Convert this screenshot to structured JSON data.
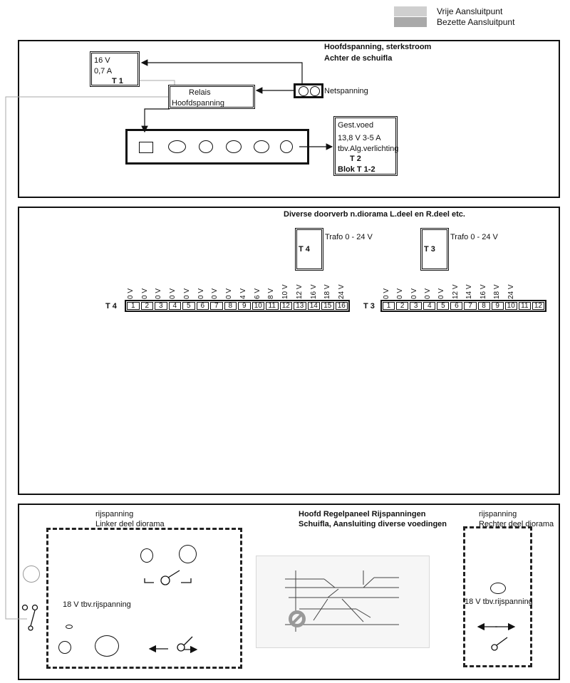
{
  "legend": {
    "free_label": "Vrije Aansluitpunt",
    "occupied_label": "Bezette Aansluitpunt",
    "free_color": "#cfcfcf",
    "occupied_color": "#a9a9a9"
  },
  "panel1": {
    "title": "Hoofdspanning, sterkstroom",
    "subtitle": "Achter de schuifla",
    "t1": {
      "line1": "16 V",
      "line2": "0,7 A",
      "line3": "T 1"
    },
    "relais": {
      "line1": "Relais",
      "line2": "Hoofdspanning"
    },
    "netspanning": "Netspanning",
    "psu": {
      "line1": "Gest.voed",
      "line2": "13,8 V  3-5 A",
      "line3": "tbv.Alg.verlichting",
      "line4": "T 2",
      "line5": "Blok T 1-2"
    }
  },
  "panel2": {
    "title": "Diverse doorverb n.diorama L.deel en R.deel etc.",
    "t4": {
      "box_label": "T 4",
      "desc": "Trafo 0 - 24 V"
    },
    "t3": {
      "box_label": "T 3",
      "desc": "Trafo 0 - 24 V"
    },
    "strip_t4": {
      "label": "T 4",
      "terminals": [
        "1",
        "2",
        "3",
        "4",
        "5",
        "6",
        "7",
        "8",
        "9",
        "10",
        "11",
        "12",
        "13",
        "14",
        "15",
        "16"
      ],
      "voltages": [
        "0 V",
        "0 V",
        "0 V",
        "0 V",
        "0 V",
        "0 V",
        "0 V",
        "0 V",
        "4 V",
        "6 V",
        "8 V",
        "10 V",
        "12 V",
        "16 V",
        "18 V",
        "24 V"
      ]
    },
    "strip_t3": {
      "label": "T 3",
      "terminals": [
        "1",
        "2",
        "3",
        "4",
        "5",
        "6",
        "7",
        "8",
        "9",
        "10",
        "11",
        "12"
      ],
      "voltages": [
        "0 V",
        "0 V",
        "0 V",
        "0 V",
        "0 V",
        "12 V",
        "14 V",
        "16 V",
        "18 V",
        "24 V",
        "",
        ""
      ]
    }
  },
  "panel3": {
    "left_top": "rijspanning",
    "left_sub": "Linker deel diorama",
    "left_desc": "18 V tbv.rijspanning",
    "center_title": "Hoofd Regelpaneel Rijspanningen",
    "center_sub": "Schuifla,  Aansluiting diverse voedingen",
    "right_top": "rijspanning",
    "right_sub": "Rechter deel diorama",
    "right_desc": "18 V tbv.rijspanning"
  }
}
